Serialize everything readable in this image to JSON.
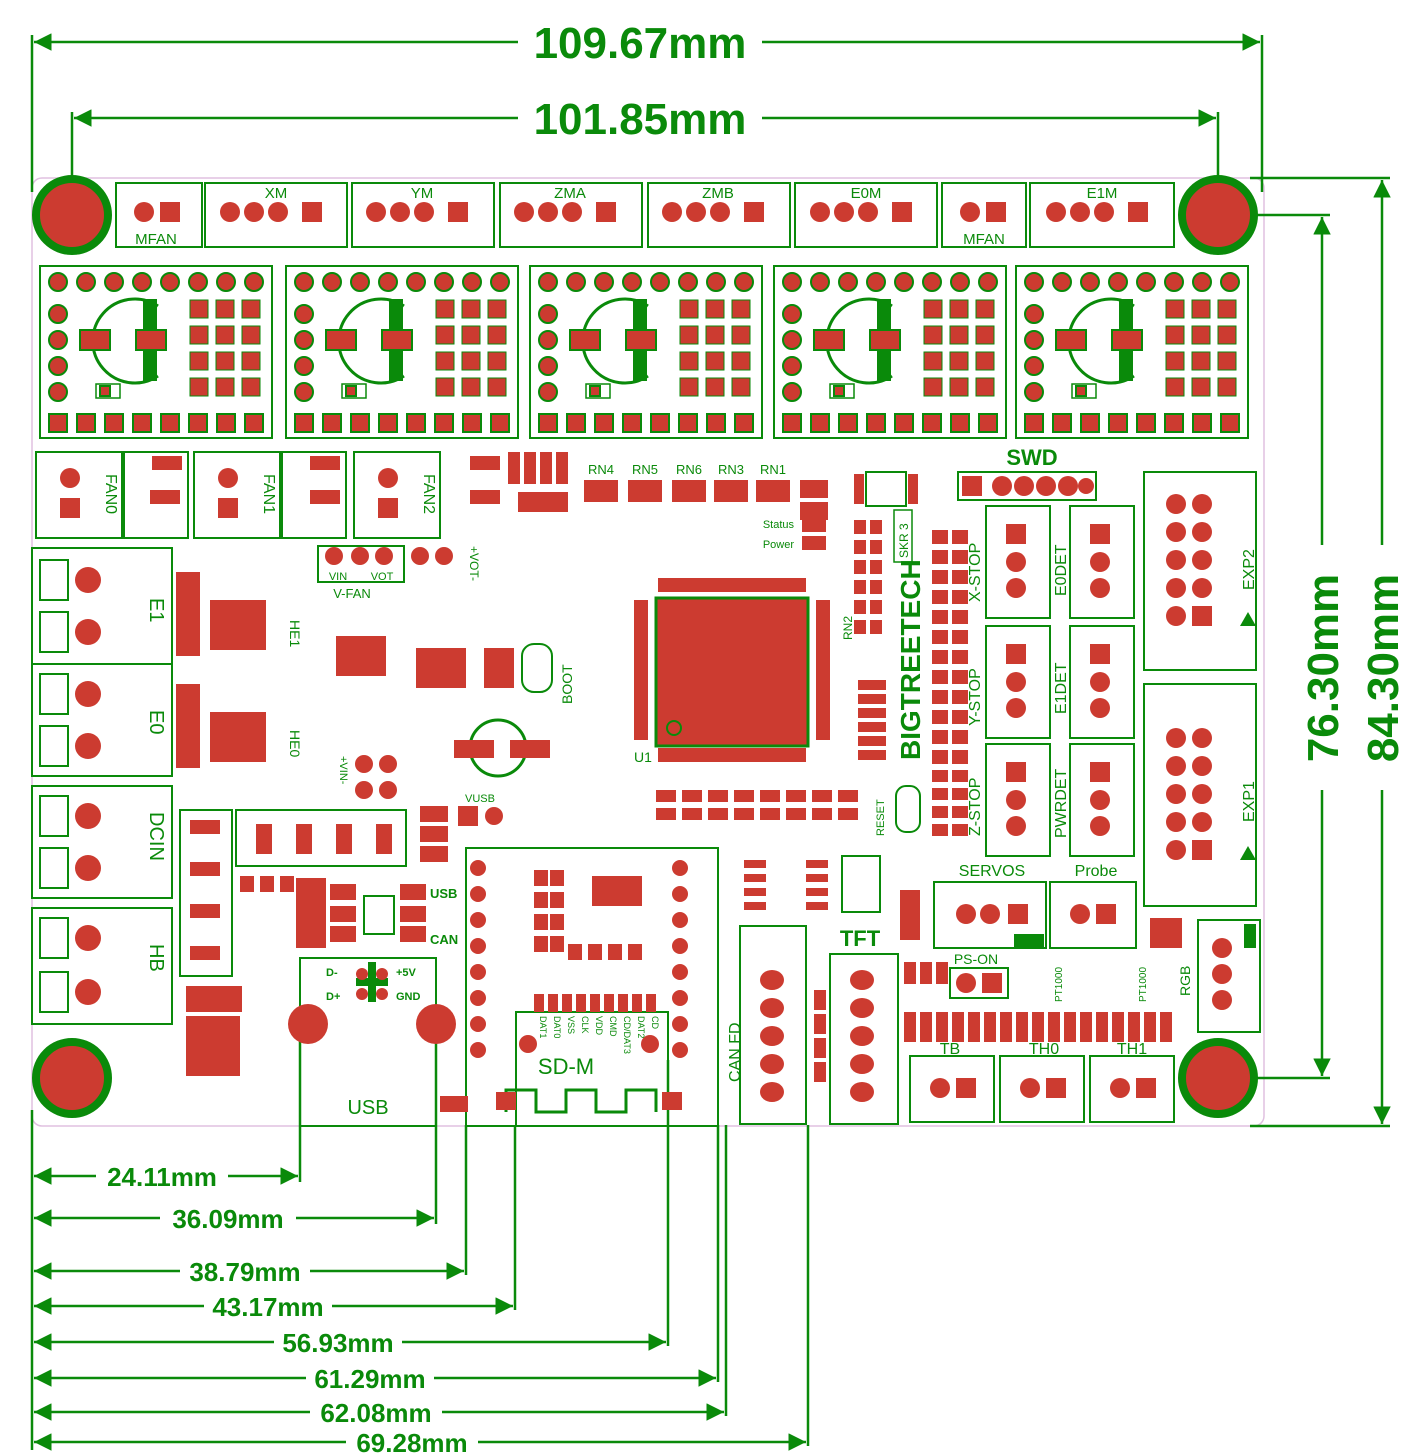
{
  "dimensions": {
    "top_outer": "109.67mm",
    "top_inner": "101.85mm",
    "right_inner": "76.30mm",
    "right_outer": "84.30mm",
    "bottom": [
      "24.11mm",
      "36.09mm",
      "38.79mm",
      "43.17mm",
      "56.93mm",
      "61.29mm",
      "62.08mm",
      "69.28mm"
    ]
  },
  "connectors_top": [
    "MFAN",
    "XM",
    "YM",
    "ZMA",
    "ZMB",
    "E0M",
    "MFAN",
    "E1M"
  ],
  "labels": {
    "fans": [
      "FAN0",
      "FAN1",
      "FAN2"
    ],
    "rn": [
      "RN4",
      "RN5",
      "RN6",
      "RN3",
      "RN1",
      "RN2"
    ],
    "swd": "SWD",
    "status": "Status",
    "power": "Power",
    "skr": "SKR 3",
    "brand": "BIGTREETECH",
    "vin": "VIN",
    "vot": "VOT",
    "vfan": "V-FAN",
    "vot2": "+VOT-",
    "vin2": "+VIN-",
    "he1": "HE1",
    "he0": "HE0",
    "boot": "BOOT",
    "u1": "U1",
    "vusb": "VUSB",
    "e1": "E1",
    "e0": "E0",
    "dcin": "DCIN",
    "hb": "HB",
    "usb_small": "USB",
    "can_small": "CAN",
    "dminus": "D-",
    "dplus": "D+",
    "p5v": "+5V",
    "gnd": "GND",
    "usb_big": "USB",
    "sdm": "SD-M",
    "sd_pins": [
      "DAT1",
      "DAT0",
      "VSS",
      "CLK",
      "VDD",
      "CMD",
      "CD/DAT3",
      "DAT2",
      "CD"
    ],
    "canfd": "CAN FD",
    "tft": "TFT",
    "stops": [
      "X-STOP",
      "Y-STOP",
      "Z-STOP"
    ],
    "dets": [
      "E0DET",
      "E1DET",
      "PWRDET"
    ],
    "exp2": "EXP2",
    "exp1": "EXP1",
    "reset": "RESET",
    "servos": "SERVOS",
    "probe": "Probe",
    "pson": "PS-ON",
    "pt1000": "PT1000",
    "rgb": "RGB",
    "tb": "TB",
    "th0": "TH0",
    "th1": "TH1"
  },
  "colors": {
    "silk": "#0a8a0a",
    "pad": "#cc3b30",
    "board": "#ffffff"
  }
}
